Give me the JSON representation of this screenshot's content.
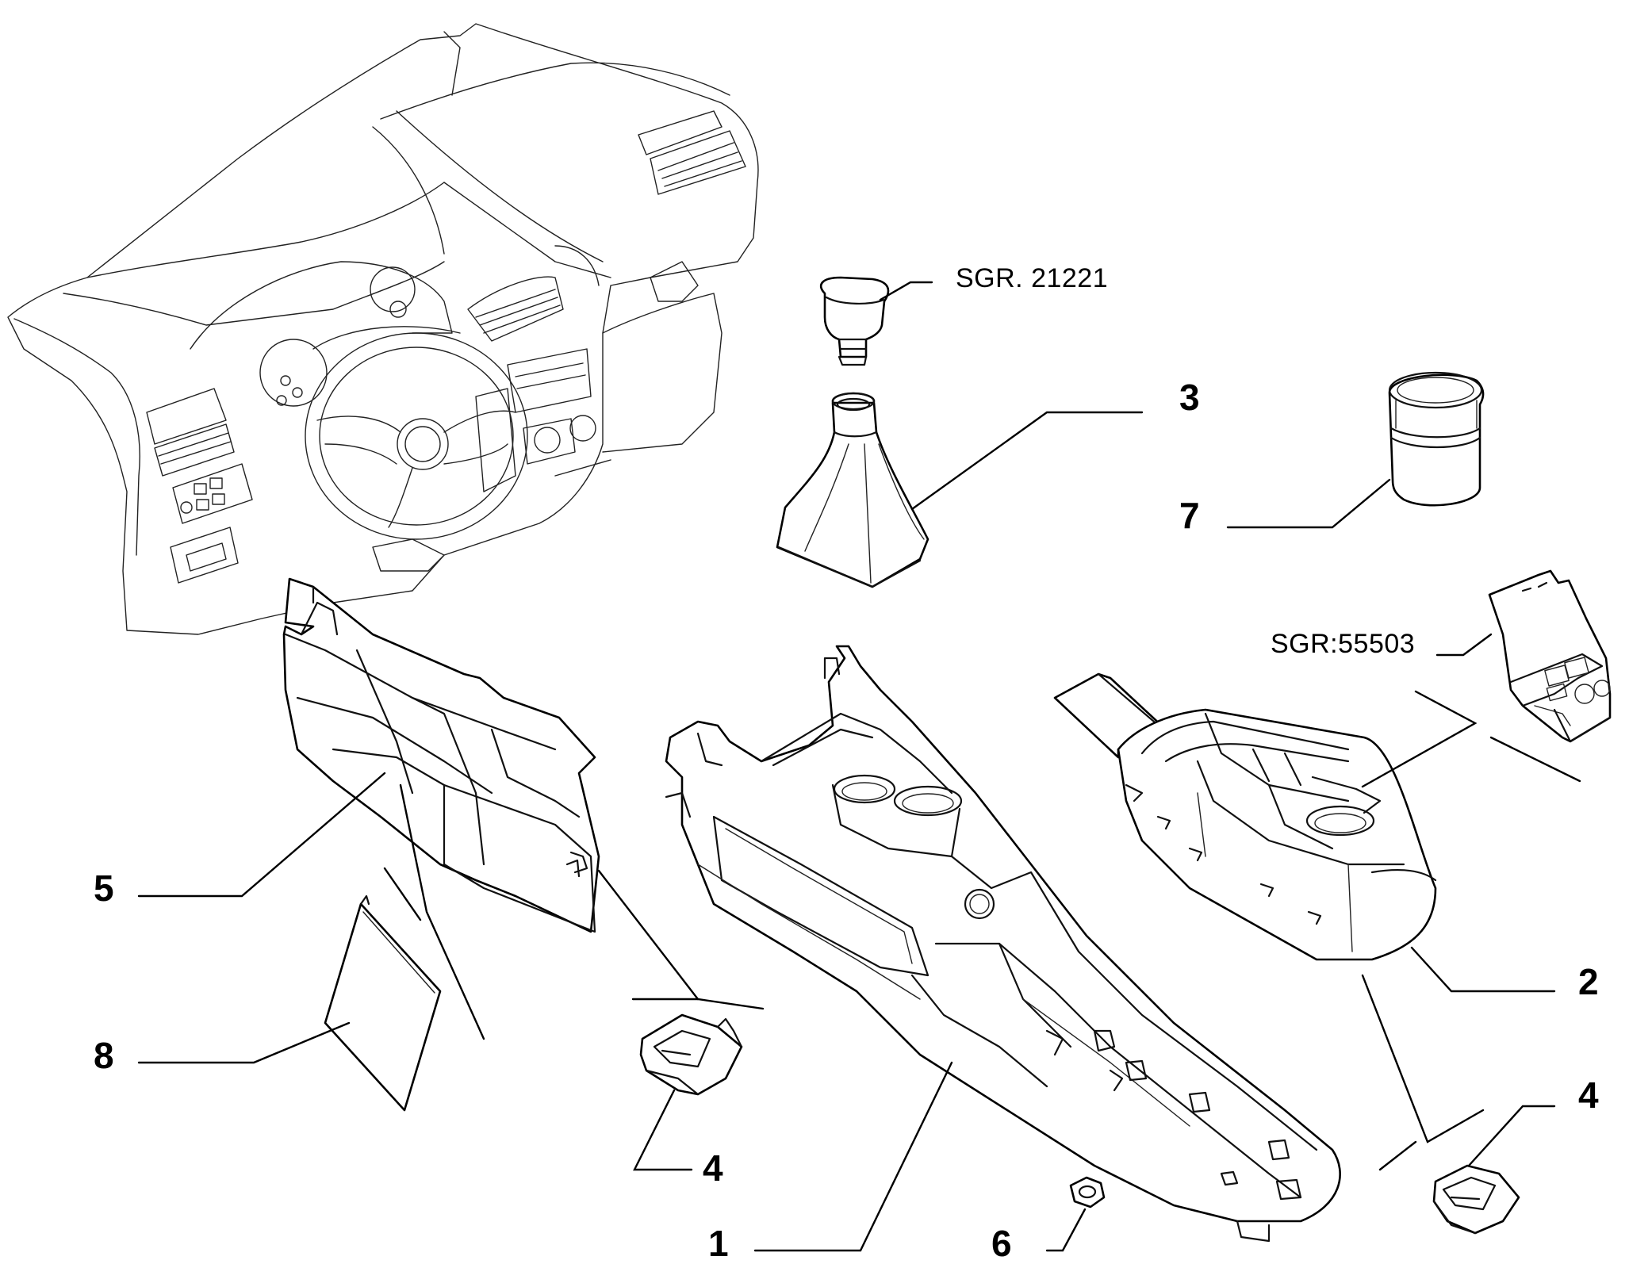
{
  "callouts": {
    "c1": "1",
    "c2": "2",
    "c3": "3",
    "c4a": "4",
    "c4b": "4",
    "c5": "5",
    "c6": "6",
    "c7": "7",
    "c8": "8"
  },
  "references": {
    "gear_knob": "SGR. 21221",
    "switch_panel": "SGR:55503"
  }
}
